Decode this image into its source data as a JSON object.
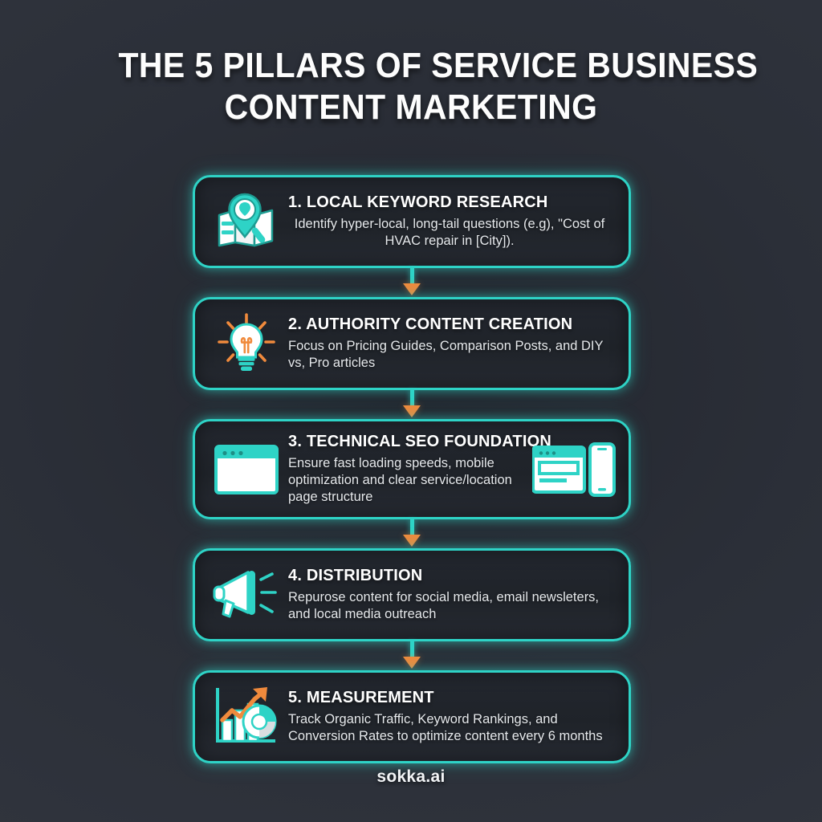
{
  "title": {
    "line1": "THE 5 PILLARS OF SERVICE BUSINESS",
    "line2": "CONTENT MARKETING"
  },
  "colors": {
    "background": "#2b2f38",
    "card_background": "#23272f",
    "accent_teal": "#2ed3c6",
    "accent_orange": "#f08a3c",
    "title_text": "#fdfdfd",
    "body_text": "#e6e9ec"
  },
  "pillars": [
    {
      "number": "1.",
      "title": "1. LOCAL KEYWORD RESEARCH",
      "description": "Identify hyper-local, long-tail questions (e.g), \"Cost of HVAC repair in [City]).",
      "icon": "map-pin-icon",
      "align": "center"
    },
    {
      "number": "2.",
      "title": "2. AUTHORITY CONTENT CREATION",
      "description": "Focus on Pricing Guides, Comparison Posts, and DIY vs, Pro articles",
      "icon": "lightbulb-icon",
      "align": "left"
    },
    {
      "number": "3.",
      "title": "3. TECHNICAL SEO FOUNDATION",
      "description": "Ensure fast loading speeds, mobile optimization and clear service/location page structure",
      "icon": "browser-window-icon",
      "aside_icon": "responsive-devices-icon",
      "align": "left"
    },
    {
      "number": "4.",
      "title": "4. DISTRIBUTION",
      "description": "Repurose content for social media, email newsleters, and local media outreach",
      "icon": "megaphone-icon",
      "align": "left"
    },
    {
      "number": "5.",
      "title": "5. MEASUREMENT",
      "description": "Track Organic Traffic, Keyword Rankings, and Conversion Rates to optimize content every 6 months",
      "icon": "bar-chart-growth-icon",
      "align": "left"
    }
  ],
  "connector": {
    "count": 4,
    "shape": "down-arrow"
  },
  "footer": {
    "brand": "sokka.ai"
  }
}
